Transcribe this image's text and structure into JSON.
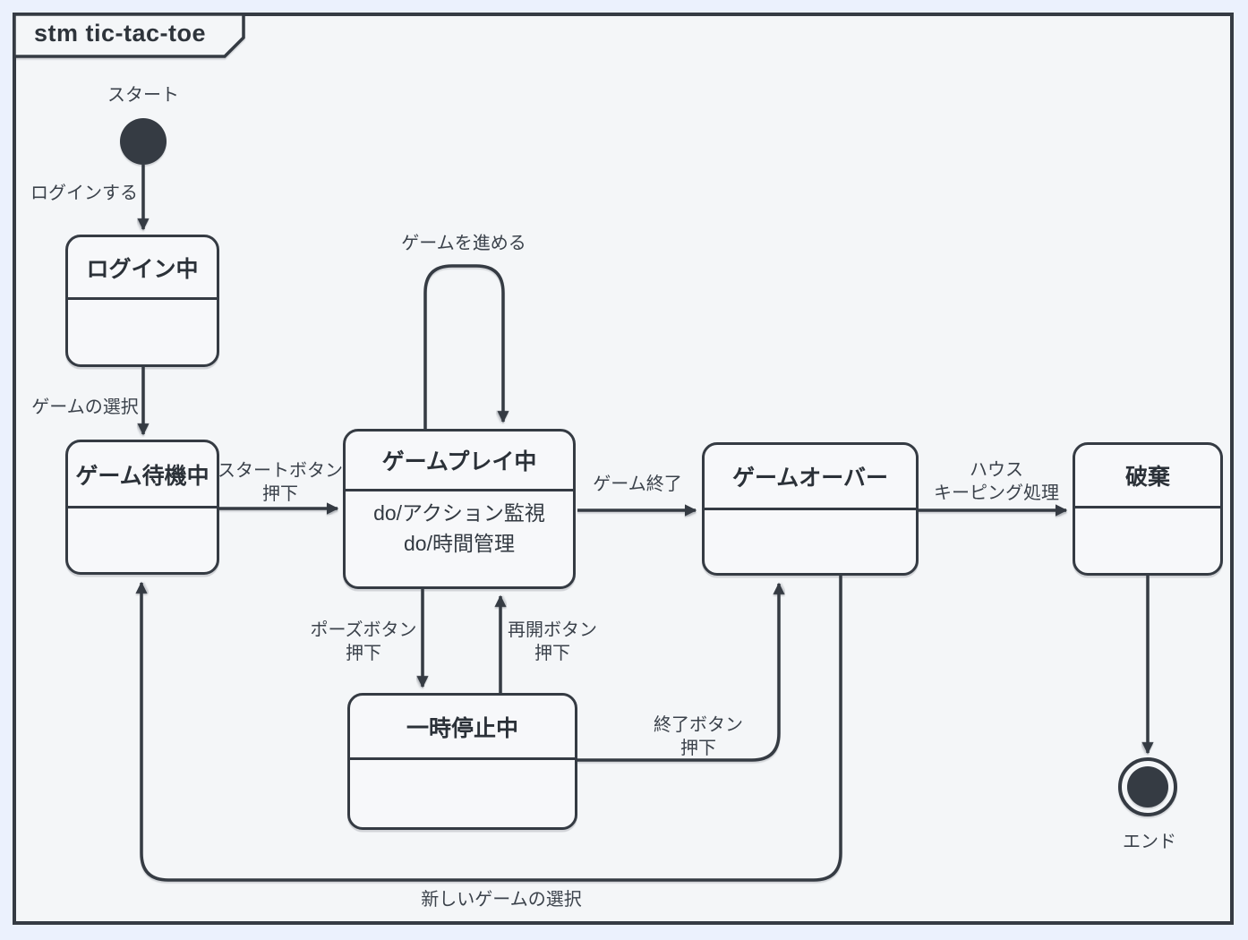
{
  "frame": {
    "title": "stm tic-tac-toe"
  },
  "colors": {
    "background": "#ebf1fd",
    "frame_fill": "#f4f6f8",
    "stroke": "#353b43",
    "state_fill": "#f7f8fa"
  },
  "nodes": {
    "start_label": "スタート",
    "end_label": "エンド"
  },
  "states": {
    "login": {
      "title": "ログイン中"
    },
    "waiting": {
      "title": "ゲーム待機中"
    },
    "playing": {
      "title": "ゲームプレイ中",
      "activities": [
        "do/アクション監視",
        "do/時間管理"
      ]
    },
    "gameover": {
      "title": "ゲームオーバー"
    },
    "discard": {
      "title": "破棄"
    },
    "paused": {
      "title": "一時停止中"
    }
  },
  "transitions": {
    "login_action": {
      "label": [
        "ログインする"
      ]
    },
    "select_game": {
      "label": [
        "ゲームの選択"
      ]
    },
    "start_button": {
      "label": [
        "スタートボタン",
        "押下"
      ]
    },
    "advance_game": {
      "label": [
        "ゲームを進める"
      ]
    },
    "game_end": {
      "label": [
        "ゲーム終了"
      ]
    },
    "housekeeping": {
      "label": [
        "ハウス",
        "キーピング処理"
      ]
    },
    "pause_button": {
      "label": [
        "ポーズボタン",
        "押下"
      ]
    },
    "resume_button": {
      "label": [
        "再開ボタン",
        "押下"
      ]
    },
    "quit_button": {
      "label": [
        "終了ボタン",
        "押下"
      ]
    },
    "new_game": {
      "label": [
        "新しいゲームの選択"
      ]
    }
  }
}
